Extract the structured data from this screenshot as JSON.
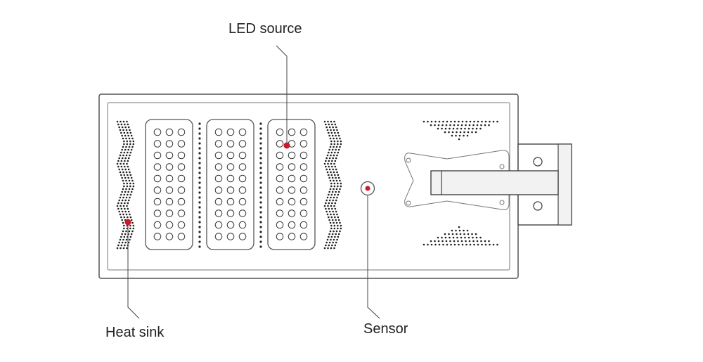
{
  "diagram": {
    "labels": {
      "led_source": "LED source",
      "heat_sink": "Heat sink",
      "sensor": "Sensor"
    },
    "colors": {
      "outline": "#555555",
      "dots": "#222222",
      "marker": "#cc1a2b",
      "bracket_fill": "#f2f2f2",
      "background": "#ffffff"
    }
  }
}
